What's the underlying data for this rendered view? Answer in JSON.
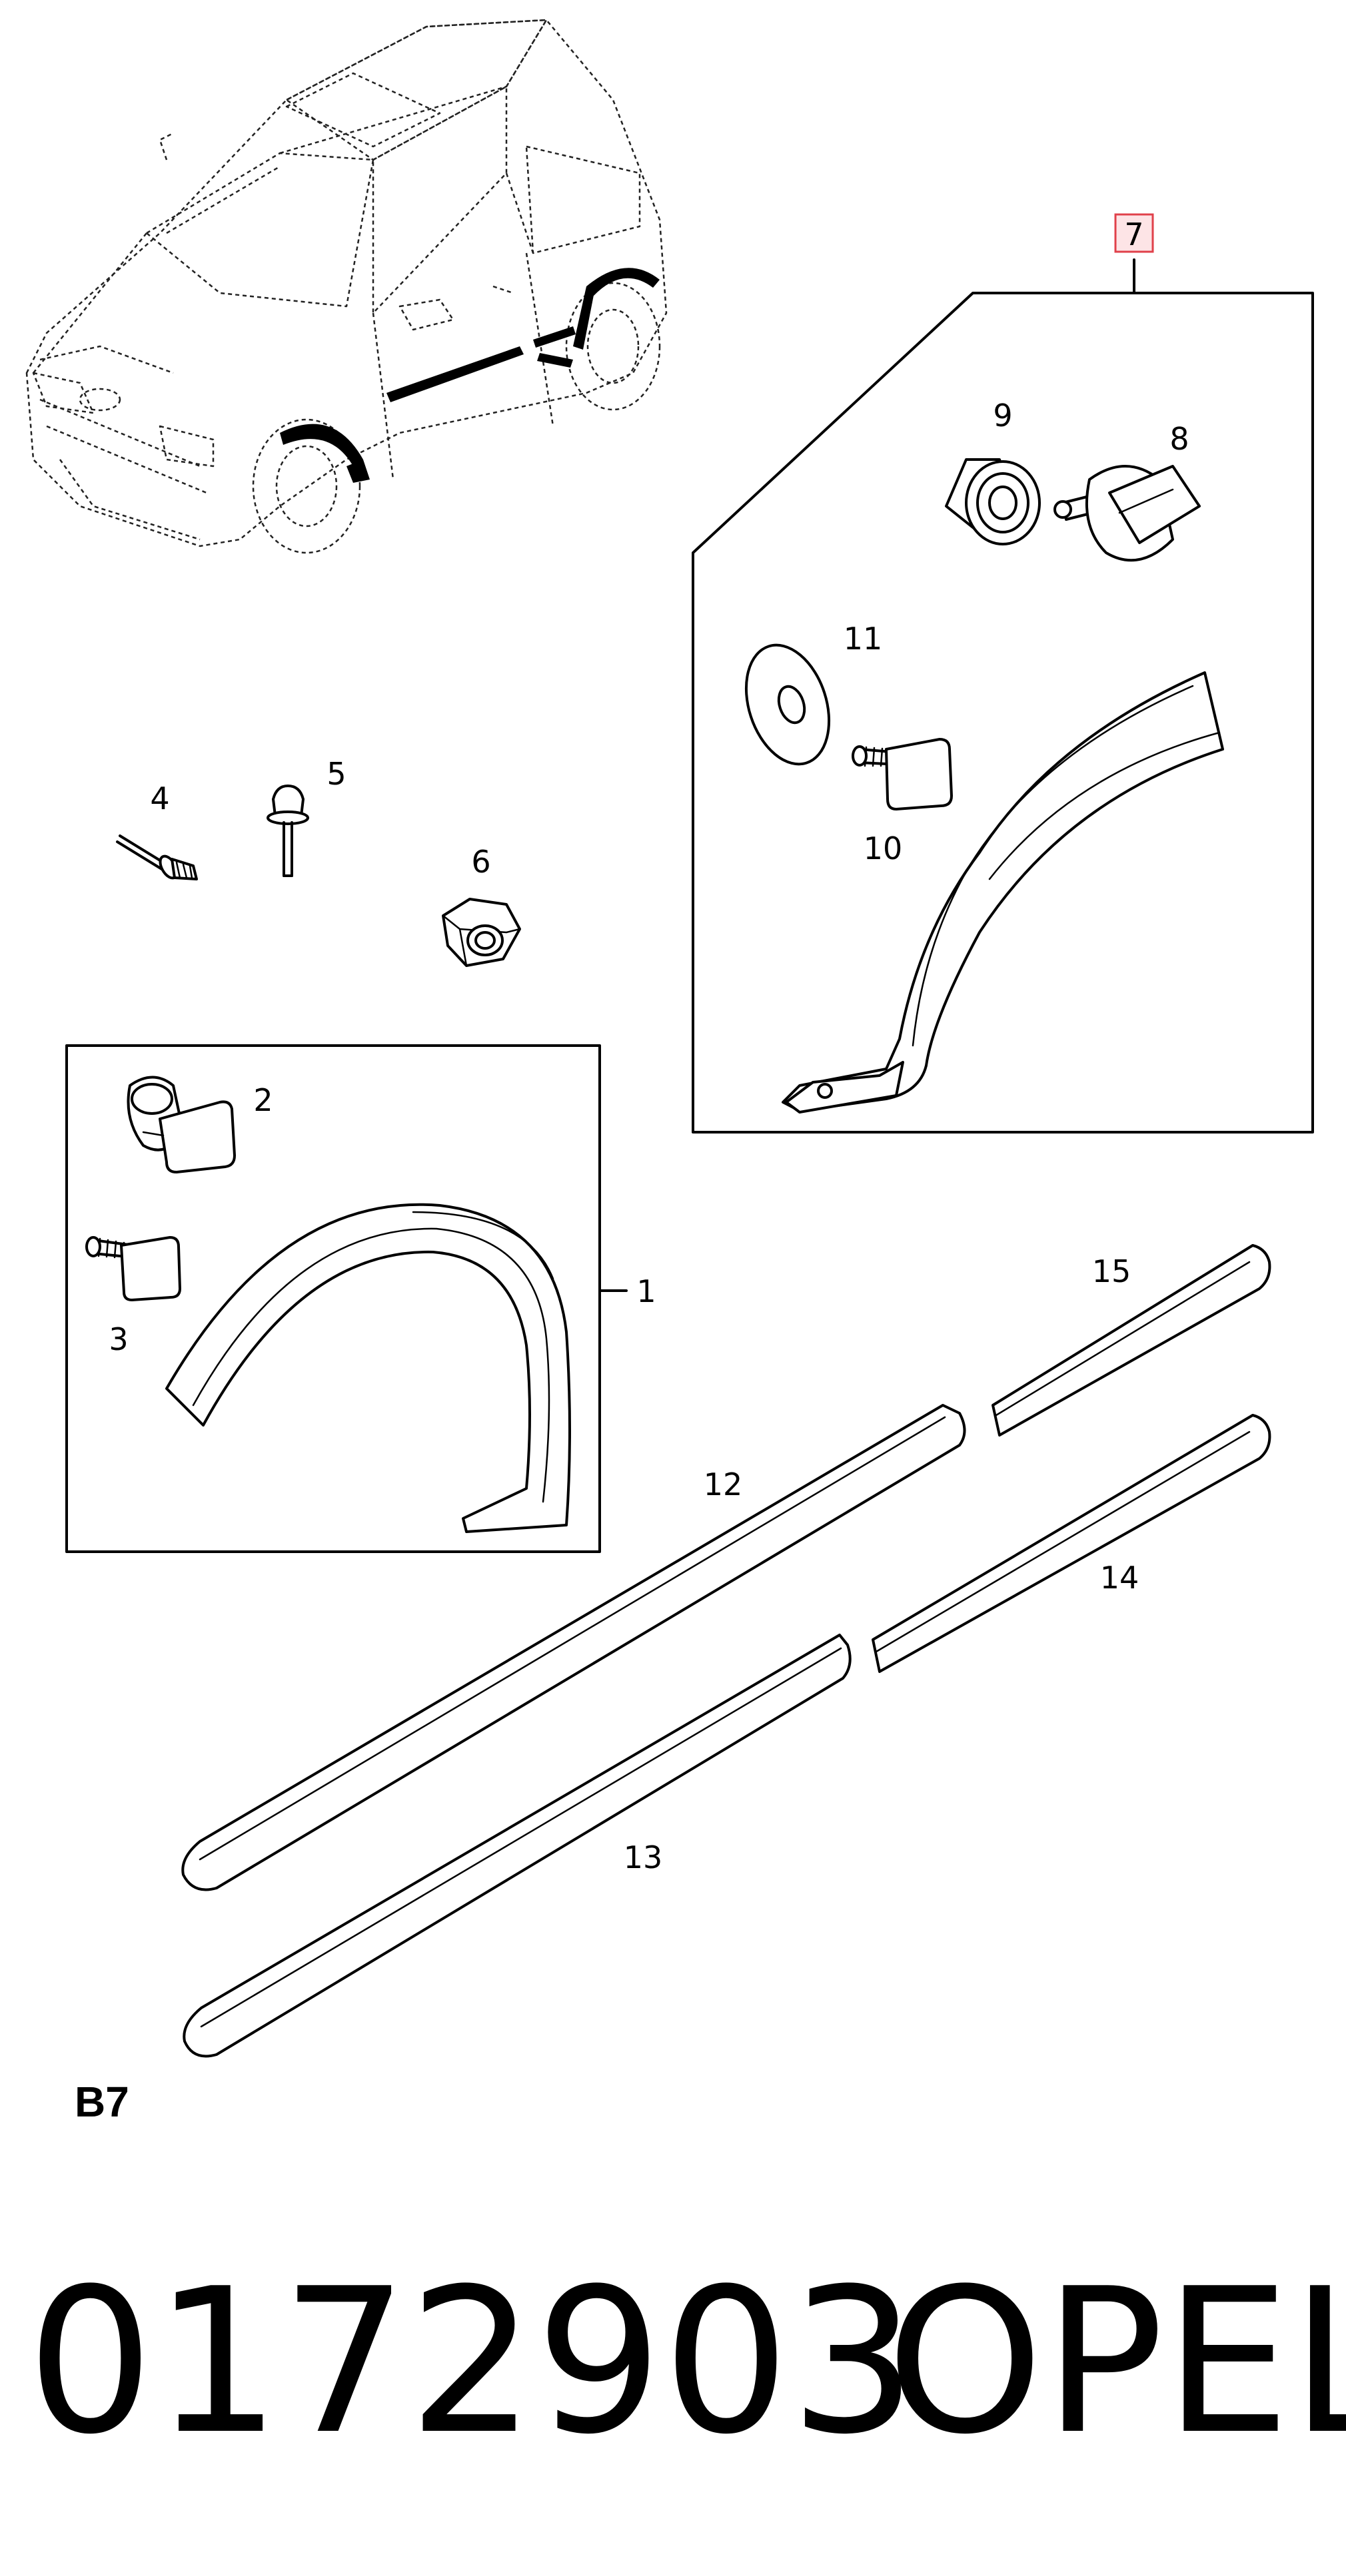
{
  "callouts": {
    "c1": "1",
    "c2": "2",
    "c3": "3",
    "c4": "4",
    "c5": "5",
    "c6": "6",
    "c7": "7",
    "c8": "8",
    "c9": "9",
    "c10": "10",
    "c11": "11",
    "c12": "12",
    "c13": "13",
    "c14": "14",
    "c15": "15"
  },
  "section_label": "B7",
  "part_number": "0172903",
  "brand": "OPEL",
  "colors": {
    "line": "#000000",
    "callout_7_box": "#e0404a",
    "callout_7_fill": "#fde4e6"
  }
}
